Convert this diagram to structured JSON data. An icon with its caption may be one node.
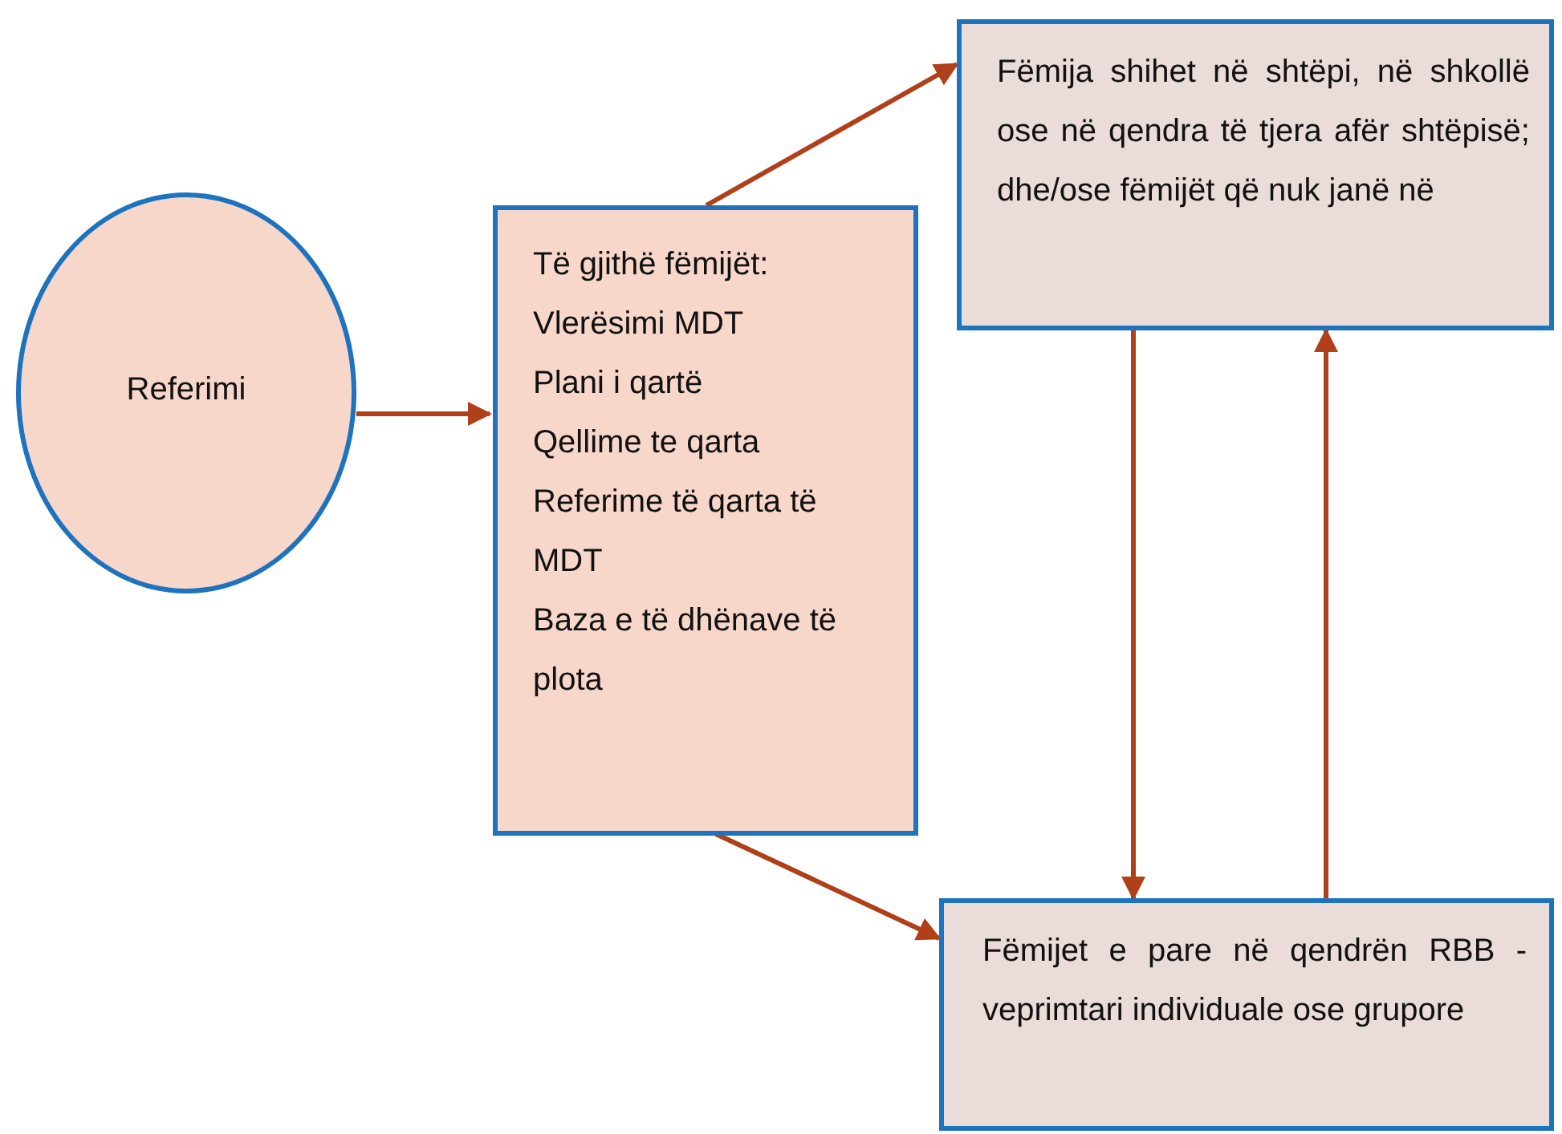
{
  "diagram": {
    "nodes": [
      {
        "text": [
          "Referimi"
        ]
      },
      {
        "text": [
          "Të gjithë fëmijët:",
          "Vlerësimi MDT",
          "Plani i qartë",
          "Qellime te qarta",
          "Referime të qarta të MDT",
          "Baza e të dhënave të plota"
        ]
      },
      {
        "text": [
          "Fëmija shihet në shtëpi, në shkollë ose në qendra të tjera afër shtëpisë; dhe/ose fëmijët që nuk janë në"
        ]
      },
      {
        "text": [
          "Fëmijet e pare në qendrën RBB - veprimtari individuale ose grupore"
        ]
      }
    ],
    "edges": [
      {
        "from": 0,
        "to": 1,
        "arrow": "to"
      },
      {
        "from": 1,
        "to": 2,
        "arrow": "to"
      },
      {
        "from": 1,
        "to": 3,
        "arrow": "to"
      },
      {
        "from": 2,
        "to": 3,
        "arrow": "to"
      },
      {
        "from": 3,
        "to": 2,
        "arrow": "to"
      }
    ]
  }
}
